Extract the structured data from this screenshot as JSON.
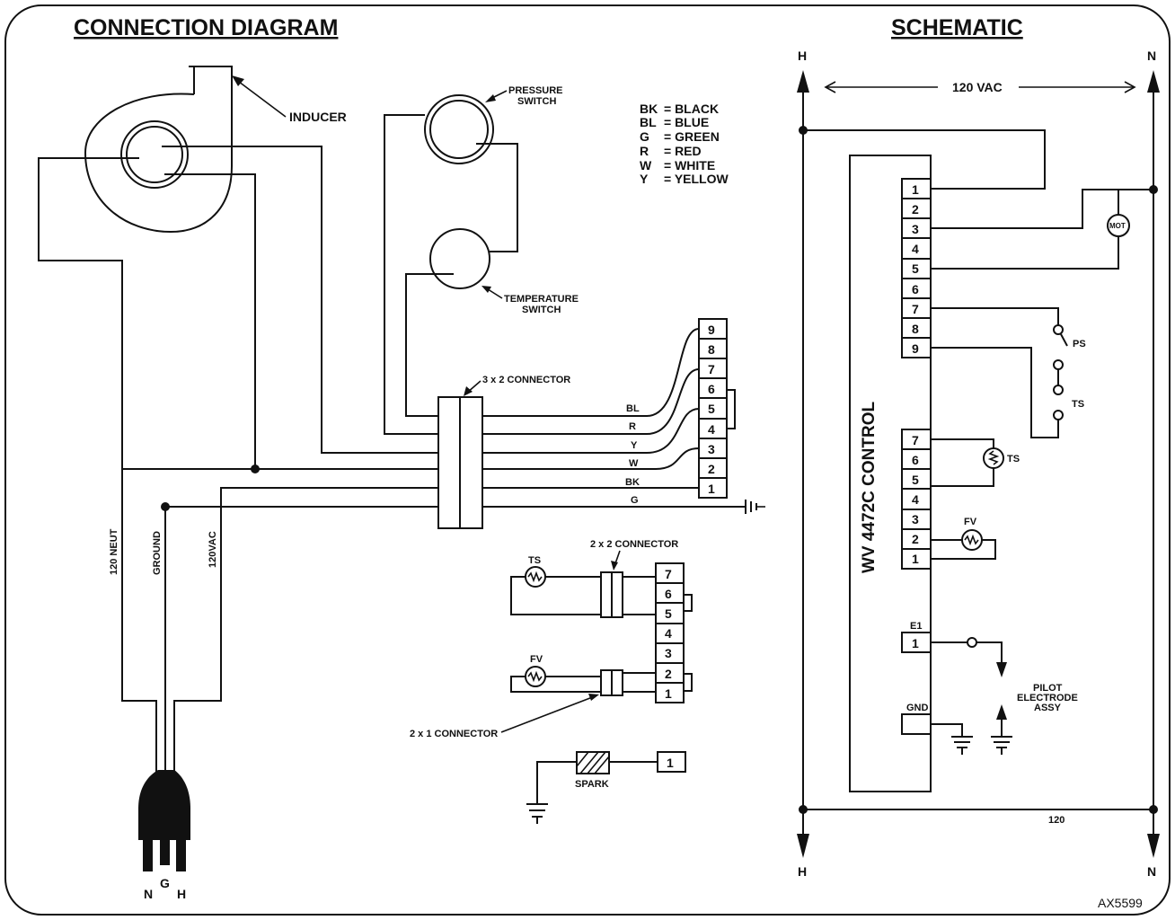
{
  "titles": {
    "connection_diagram": "CONNECTION DIAGRAM",
    "schematic": "SCHEMATIC"
  },
  "left": {
    "inducer": "INDUCER",
    "pressure_switch": [
      "PRESSURE",
      "SWITCH"
    ],
    "temperature_switch": [
      "TEMPERATURE",
      "SWITCH"
    ],
    "connector_3x2": "3 x 2 CONNECTOR",
    "connector_2x2": "2 x 2 CONNECTOR",
    "connector_2x1": "2 x 1 CONNECTOR",
    "terminals_9": [
      "9",
      "8",
      "7",
      "6",
      "5",
      "4",
      "3",
      "2",
      "1"
    ],
    "terminals_7": [
      "7",
      "6",
      "5",
      "4",
      "3",
      "2",
      "1"
    ],
    "terminal_spark": "1",
    "wire_labels": [
      "BL",
      "R",
      "Y",
      "W",
      "BK",
      "G"
    ],
    "power_labels": {
      "neut": "120 NEUT",
      "ground": "GROUND",
      "vac": "120VAC"
    },
    "plug_pins": {
      "n": "N",
      "g": "G",
      "h": "H"
    },
    "ts": "TS",
    "fv": "FV",
    "spark": "SPARK"
  },
  "legend": [
    {
      "code": "BK",
      "name": "= BLACK"
    },
    {
      "code": "BL",
      "name": "= BLUE"
    },
    {
      "code": "G",
      "name": "= GREEN"
    },
    {
      "code": "R",
      "name": "= RED"
    },
    {
      "code": "W",
      "name": "= WHITE"
    },
    {
      "code": "Y",
      "name": "= YELLOW"
    }
  ],
  "schematic": {
    "h_top": "H",
    "n_top": "N",
    "h_bottom": "H",
    "n_bottom": "N",
    "voltage": "120 VAC",
    "bottom_label": "120",
    "control": "WV 4472C CONTROL",
    "upper_terminals": [
      "1",
      "2",
      "3",
      "4",
      "5",
      "6",
      "7",
      "8",
      "9"
    ],
    "lower_terminals": [
      "7",
      "6",
      "5",
      "4",
      "3",
      "2",
      "1"
    ],
    "e1_label": "E1",
    "e1_terminal": "1",
    "gnd": "GND",
    "mot": "MOT",
    "ps": "PS",
    "ts": "TS",
    "ts2": "TS",
    "fv": "FV",
    "pilot": [
      "PILOT",
      "ELECTRODE",
      "ASSY"
    ]
  },
  "figure_id": "AX5599"
}
